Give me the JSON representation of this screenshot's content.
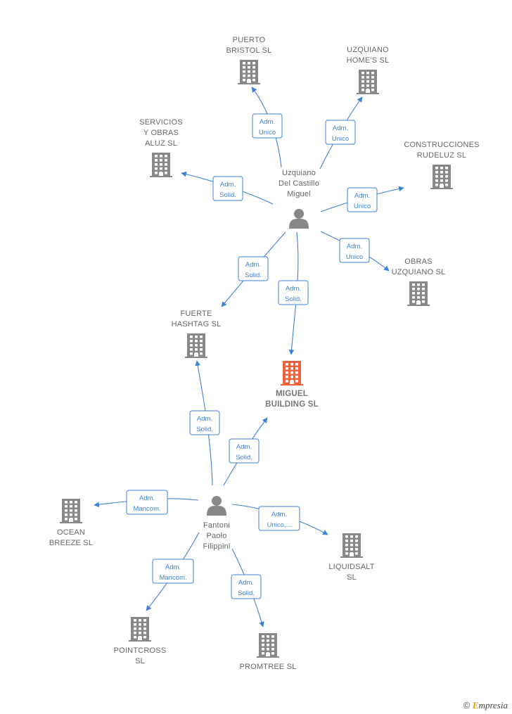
{
  "colors": {
    "edge": "#3e82d6",
    "company": "#888888",
    "highlight": "#f0623a",
    "person": "#888888"
  },
  "nodes": [
    {
      "id": "uzq",
      "kind": "person",
      "lines": [
        "Uzquiano",
        "Del Castillo",
        "Miguel"
      ]
    },
    {
      "id": "fan",
      "kind": "person",
      "lines": [
        "Fantoni",
        "Paolo",
        "Filippini"
      ]
    },
    {
      "id": "puerto",
      "kind": "company",
      "lines": [
        "PUERTO",
        "BRISTOL  SL"
      ]
    },
    {
      "id": "home",
      "kind": "company",
      "lines": [
        "UZQUIANO",
        "HOME'S  SL"
      ]
    },
    {
      "id": "servicios",
      "kind": "company",
      "lines": [
        "SERVICIOS",
        "Y OBRAS",
        "ALUZ  SL"
      ]
    },
    {
      "id": "rudeluz",
      "kind": "company",
      "lines": [
        "CONSTRUCCIONES",
        "RUDELUZ  SL"
      ]
    },
    {
      "id": "obras",
      "kind": "company",
      "lines": [
        "OBRAS",
        "UZQUIANO  SL"
      ]
    },
    {
      "id": "fuerte",
      "kind": "company",
      "lines": [
        "FUERTE",
        "HASHTAG  SL"
      ]
    },
    {
      "id": "miguel",
      "kind": "company",
      "main": true,
      "lines": [
        "MIGUEL",
        "BUILDING  SL"
      ]
    },
    {
      "id": "ocean",
      "kind": "company",
      "lines": [
        "OCEAN",
        "BREEZE  SL"
      ]
    },
    {
      "id": "liquid",
      "kind": "company",
      "lines": [
        "LIQUIDSALT",
        "SL"
      ]
    },
    {
      "id": "pointcross",
      "kind": "company",
      "lines": [
        "POINTCROSS",
        "SL"
      ]
    },
    {
      "id": "promtree",
      "kind": "company",
      "lines": [
        "PROMTREE  SL"
      ]
    }
  ],
  "edges": [
    {
      "from": "uzq",
      "to": "puerto",
      "label": [
        "Adm.",
        "Unico"
      ]
    },
    {
      "from": "uzq",
      "to": "home",
      "label": [
        "Adm.",
        "Unico"
      ]
    },
    {
      "from": "uzq",
      "to": "servicios",
      "label": [
        "Adm.",
        "Solid."
      ]
    },
    {
      "from": "uzq",
      "to": "rudeluz",
      "label": [
        "Adm.",
        "Unico"
      ]
    },
    {
      "from": "uzq",
      "to": "obras",
      "label": [
        "Adm.",
        "Unico"
      ]
    },
    {
      "from": "uzq",
      "to": "fuerte",
      "label": [
        "Adm.",
        "Solid."
      ]
    },
    {
      "from": "uzq",
      "to": "miguel",
      "label": [
        "Adm.",
        "Solid."
      ]
    },
    {
      "from": "fan",
      "to": "fuerte",
      "label": [
        "Adm.",
        "Solid."
      ]
    },
    {
      "from": "fan",
      "to": "miguel",
      "label": [
        "Adm.",
        "Solid."
      ]
    },
    {
      "from": "fan",
      "to": "ocean",
      "label": [
        "Adm.",
        "Mancom."
      ]
    },
    {
      "from": "fan",
      "to": "liquid",
      "label": [
        "Adm.",
        "Unico,..."
      ]
    },
    {
      "from": "fan",
      "to": "pointcross",
      "label": [
        "Adm.",
        "Mancom."
      ]
    },
    {
      "from": "fan",
      "to": "promtree",
      "label": [
        "Adm.",
        "Solid."
      ]
    }
  ],
  "footer": {
    "copyright": "©",
    "brand_initial": "E",
    "brand_rest": "mpresia"
  }
}
